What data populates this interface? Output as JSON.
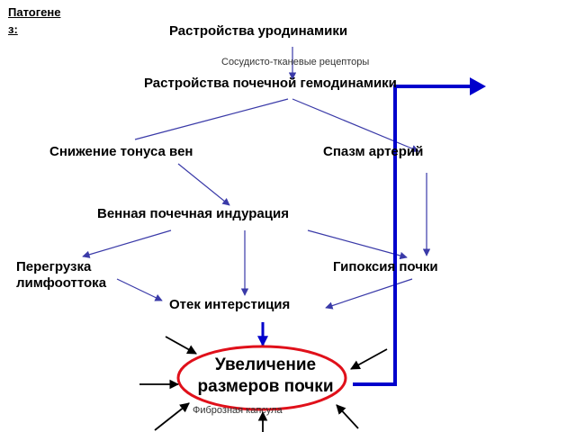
{
  "slide": {
    "title_line1": "Патогене",
    "title_line2": "з:"
  },
  "nodes": {
    "urodynamics": "Растройства уродинамики",
    "receptors": "Сосудисто-тканевые рецепторы",
    "renal_hemodynamics": "Растройства почечной гемодинамики",
    "vein_tone": "Снижение тонуса вен",
    "artery_spasm": "Спазм артерий",
    "venous_induration": "Венная почечная индурация",
    "lymph_overload_line1": "Перегрузка",
    "lymph_overload_line2": "лимфооттока",
    "kidney_hypoxia": "Гипоксия почки",
    "interstitial_edema": "Отек интерстиция",
    "kidney_enlargement_line1": "Увеличение",
    "kidney_enlargement_line2": "размеров почки",
    "fibrous_capsule": "Фиброзная капсула"
  },
  "colors": {
    "arrow": "#3a3aa8",
    "highlight": "#0000cc",
    "ellipse": "#e0101a",
    "external_arrow": "#000000"
  }
}
